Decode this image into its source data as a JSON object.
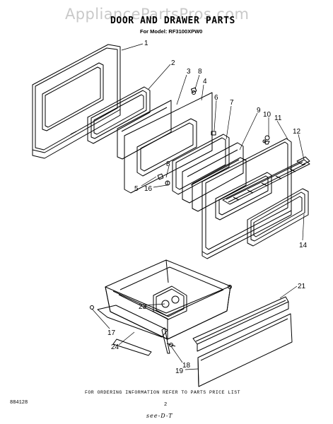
{
  "watermark": "AppliancePartsPros.com",
  "title": "DOOR AND DRAWER PARTS",
  "model_line": "For Model: RF3100XPW0",
  "footer_note": "FOR ORDERING INFORMATION REFER TO PARTS PRICE LIST",
  "doc_code": "884128",
  "page_number": "2",
  "signature": "see-D-T",
  "callouts": [
    {
      "id": "1",
      "label": "1"
    },
    {
      "id": "2",
      "label": "2"
    },
    {
      "id": "3",
      "label": "3"
    },
    {
      "id": "4",
      "label": "4"
    },
    {
      "id": "5",
      "label": "5"
    },
    {
      "id": "6",
      "label": "6"
    },
    {
      "id": "7",
      "label": "7"
    },
    {
      "id": "8a",
      "label": "8"
    },
    {
      "id": "8b",
      "label": "8"
    },
    {
      "id": "9",
      "label": "9"
    },
    {
      "id": "10",
      "label": "10"
    },
    {
      "id": "11",
      "label": "11"
    },
    {
      "id": "12",
      "label": "12"
    },
    {
      "id": "14",
      "label": "14"
    },
    {
      "id": "16",
      "label": "16"
    },
    {
      "id": "17",
      "label": "17"
    },
    {
      "id": "18",
      "label": "18"
    },
    {
      "id": "19",
      "label": "19"
    },
    {
      "id": "21",
      "label": "21"
    },
    {
      "id": "23",
      "label": "23"
    },
    {
      "id": "24",
      "label": "24"
    }
  ]
}
